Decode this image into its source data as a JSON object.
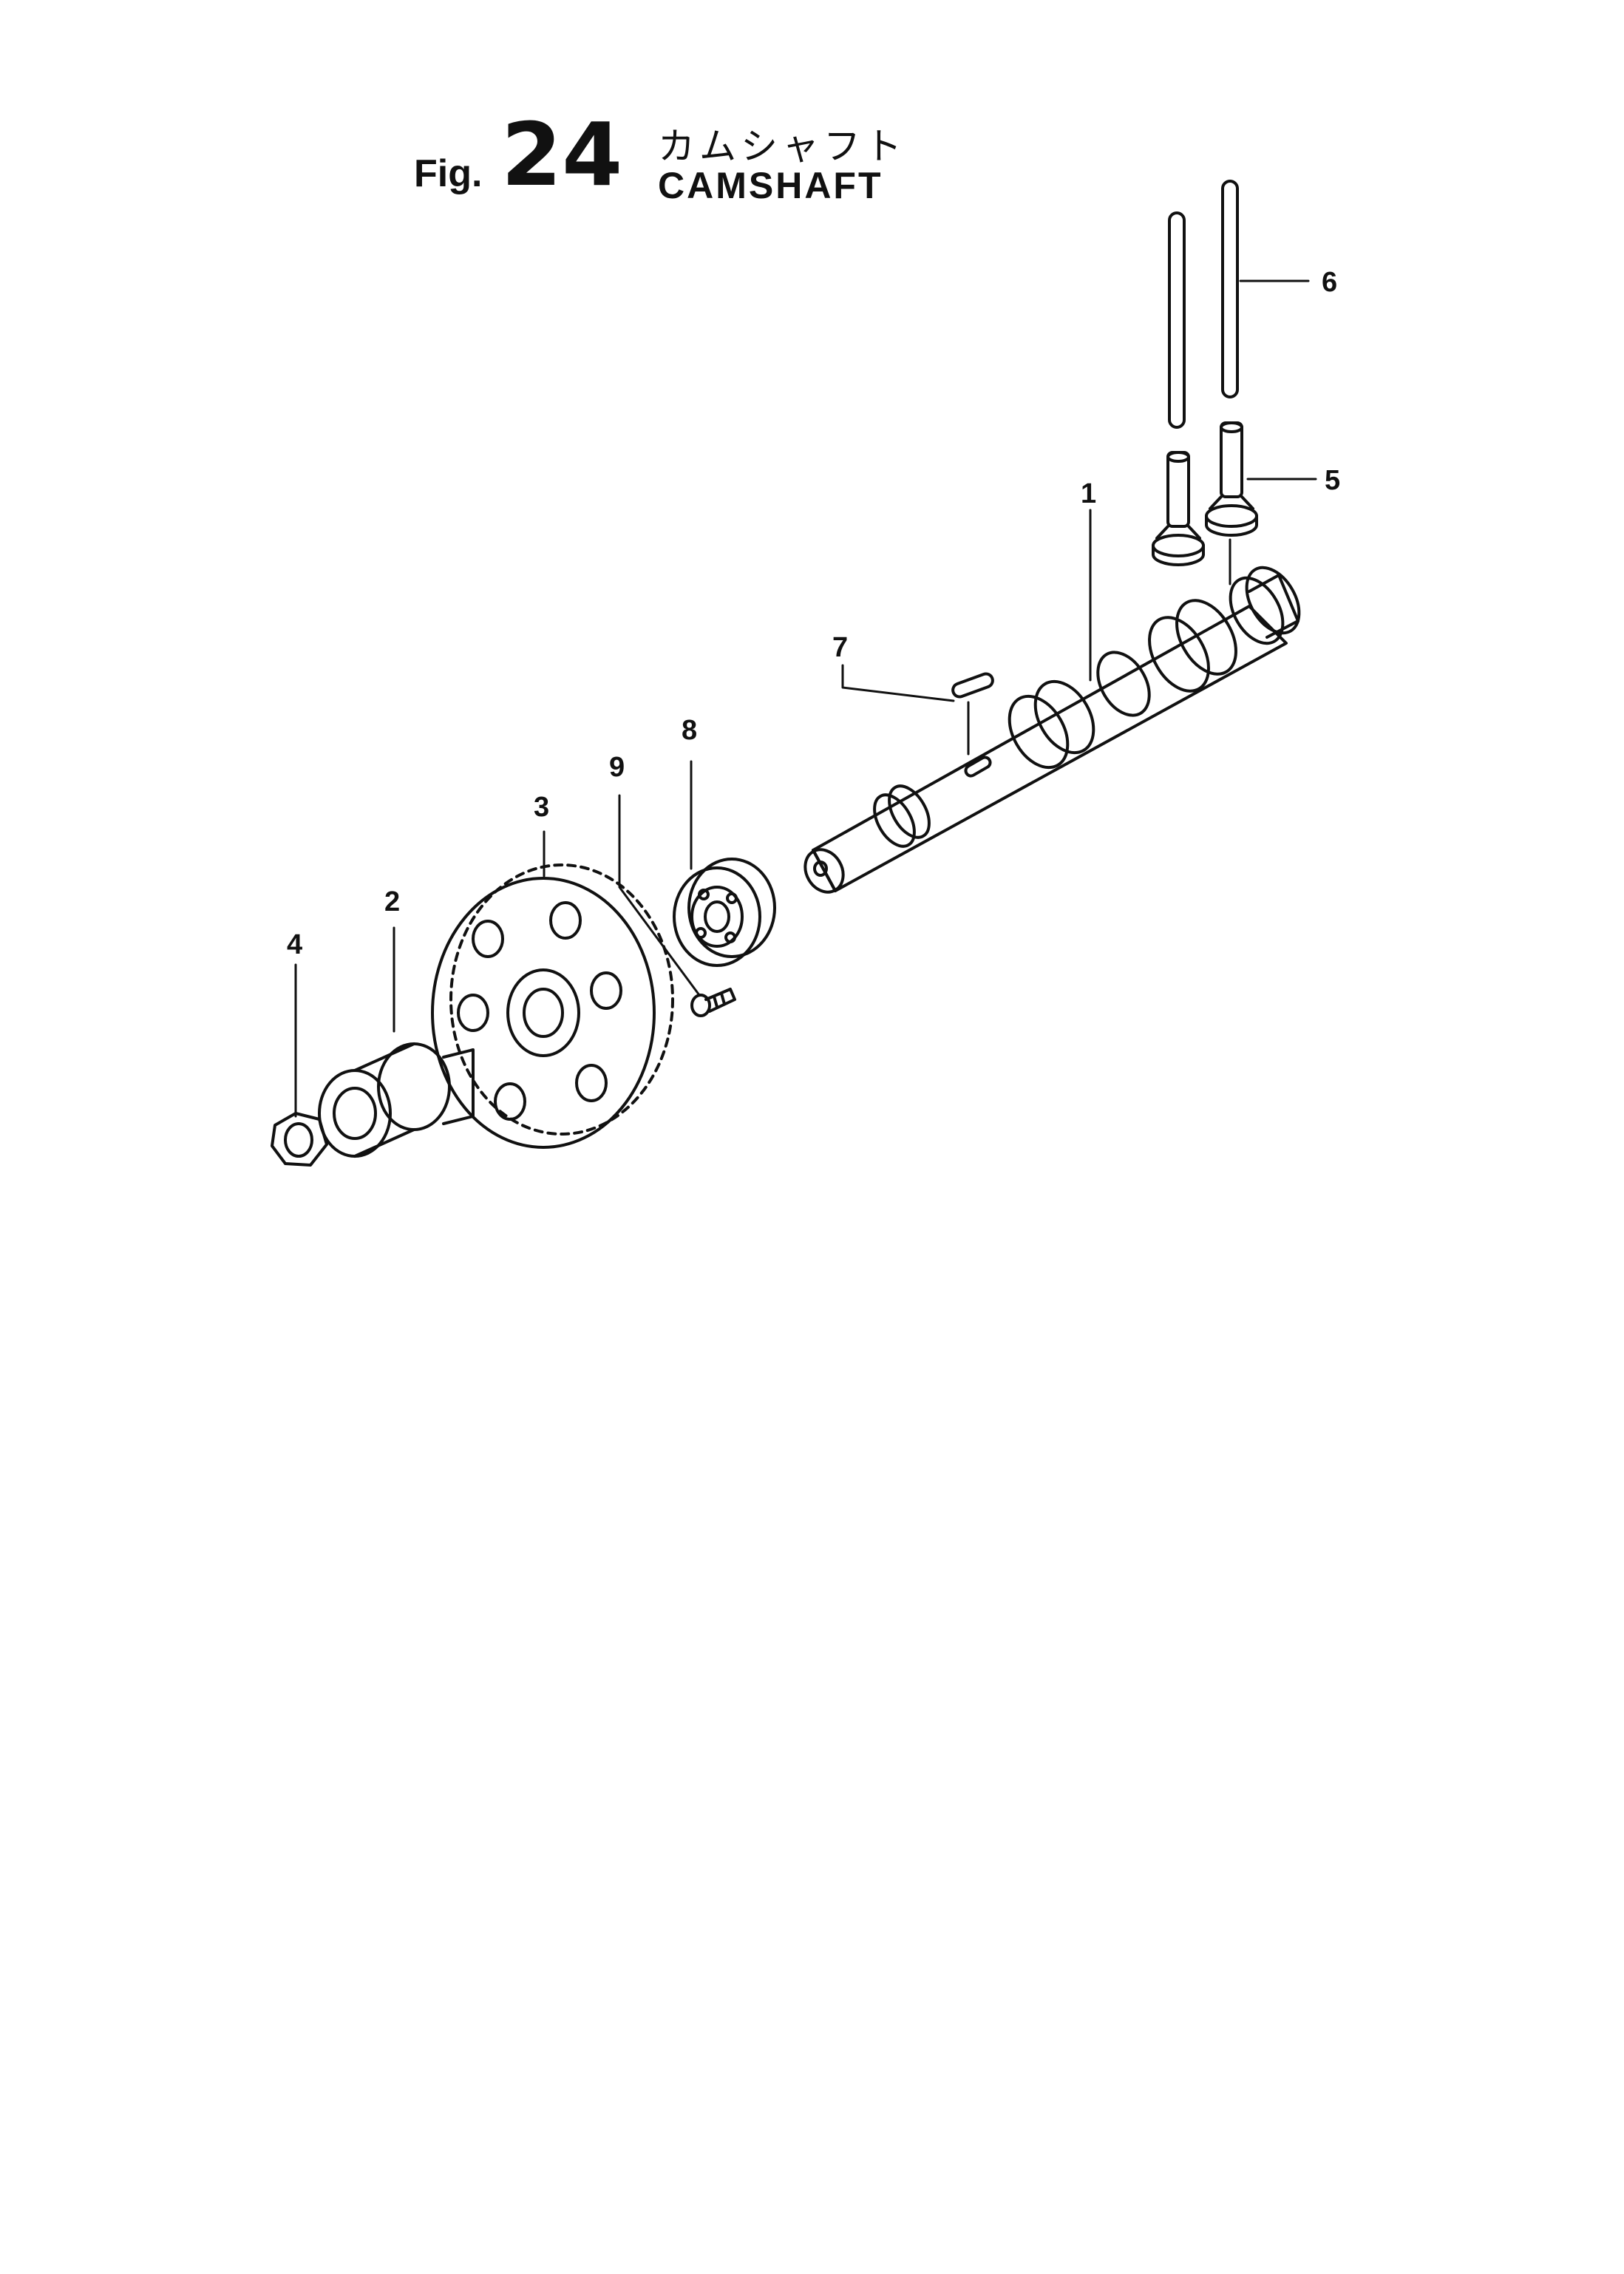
{
  "figure": {
    "prefix": "Fig.",
    "number": "24",
    "title_ja": "カムシャフト",
    "title_en": "CAMSHAFT"
  },
  "callouts": [
    {
      "id": "1",
      "label": "1"
    },
    {
      "id": "2",
      "label": "2"
    },
    {
      "id": "3",
      "label": "3"
    },
    {
      "id": "4",
      "label": "4"
    },
    {
      "id": "5",
      "label": "5"
    },
    {
      "id": "6",
      "label": "6"
    },
    {
      "id": "7",
      "label": "7"
    },
    {
      "id": "8",
      "label": "8"
    },
    {
      "id": "9",
      "label": "9"
    }
  ],
  "colors": {
    "ink": "#111111",
    "paper": "#ffffff"
  }
}
